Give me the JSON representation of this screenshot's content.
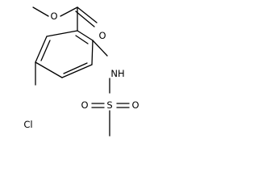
{
  "molecule": {
    "atoms": {
      "ester_o_methyl": "O",
      "carbonyl_o": "O",
      "nh": "NH",
      "sulfur": "S",
      "sulfonyl_o_left": "O",
      "sulfonyl_o_right": "O",
      "chlorine": "Cl"
    }
  }
}
